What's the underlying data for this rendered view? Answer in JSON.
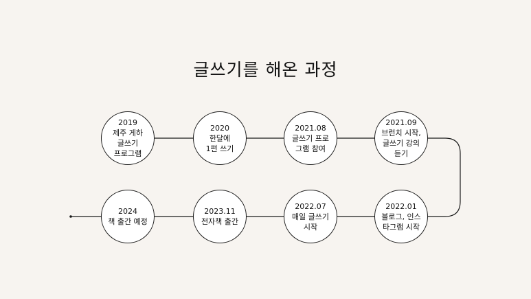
{
  "title": "글쓰기를 해온 과정",
  "colors": {
    "background": "#f7f4f0",
    "stroke": "#1a1a1a",
    "node_fill": "#ffffff",
    "text": "#111111"
  },
  "milestones": [
    {
      "lines": [
        "2019",
        "제주 게하",
        "글쓰기",
        "프로그램"
      ]
    },
    {
      "lines": [
        "2020",
        "한달에",
        "1편 쓰기"
      ]
    },
    {
      "lines": [
        "2021.08",
        "글쓰기 프로",
        "그램 참여"
      ]
    },
    {
      "lines": [
        "2021.09",
        "브런치 시작,",
        "글쓰기 강의",
        "듣기"
      ]
    },
    {
      "lines": [
        "2022.01",
        "블로그, 인스",
        "타그램 시작"
      ]
    },
    {
      "lines": [
        "2022.07",
        "매일 글쓰기",
        "시작"
      ]
    },
    {
      "lines": [
        "2023.11",
        "전자책 출간"
      ]
    },
    {
      "lines": [
        "2024",
        "책 출간 예정"
      ]
    }
  ]
}
